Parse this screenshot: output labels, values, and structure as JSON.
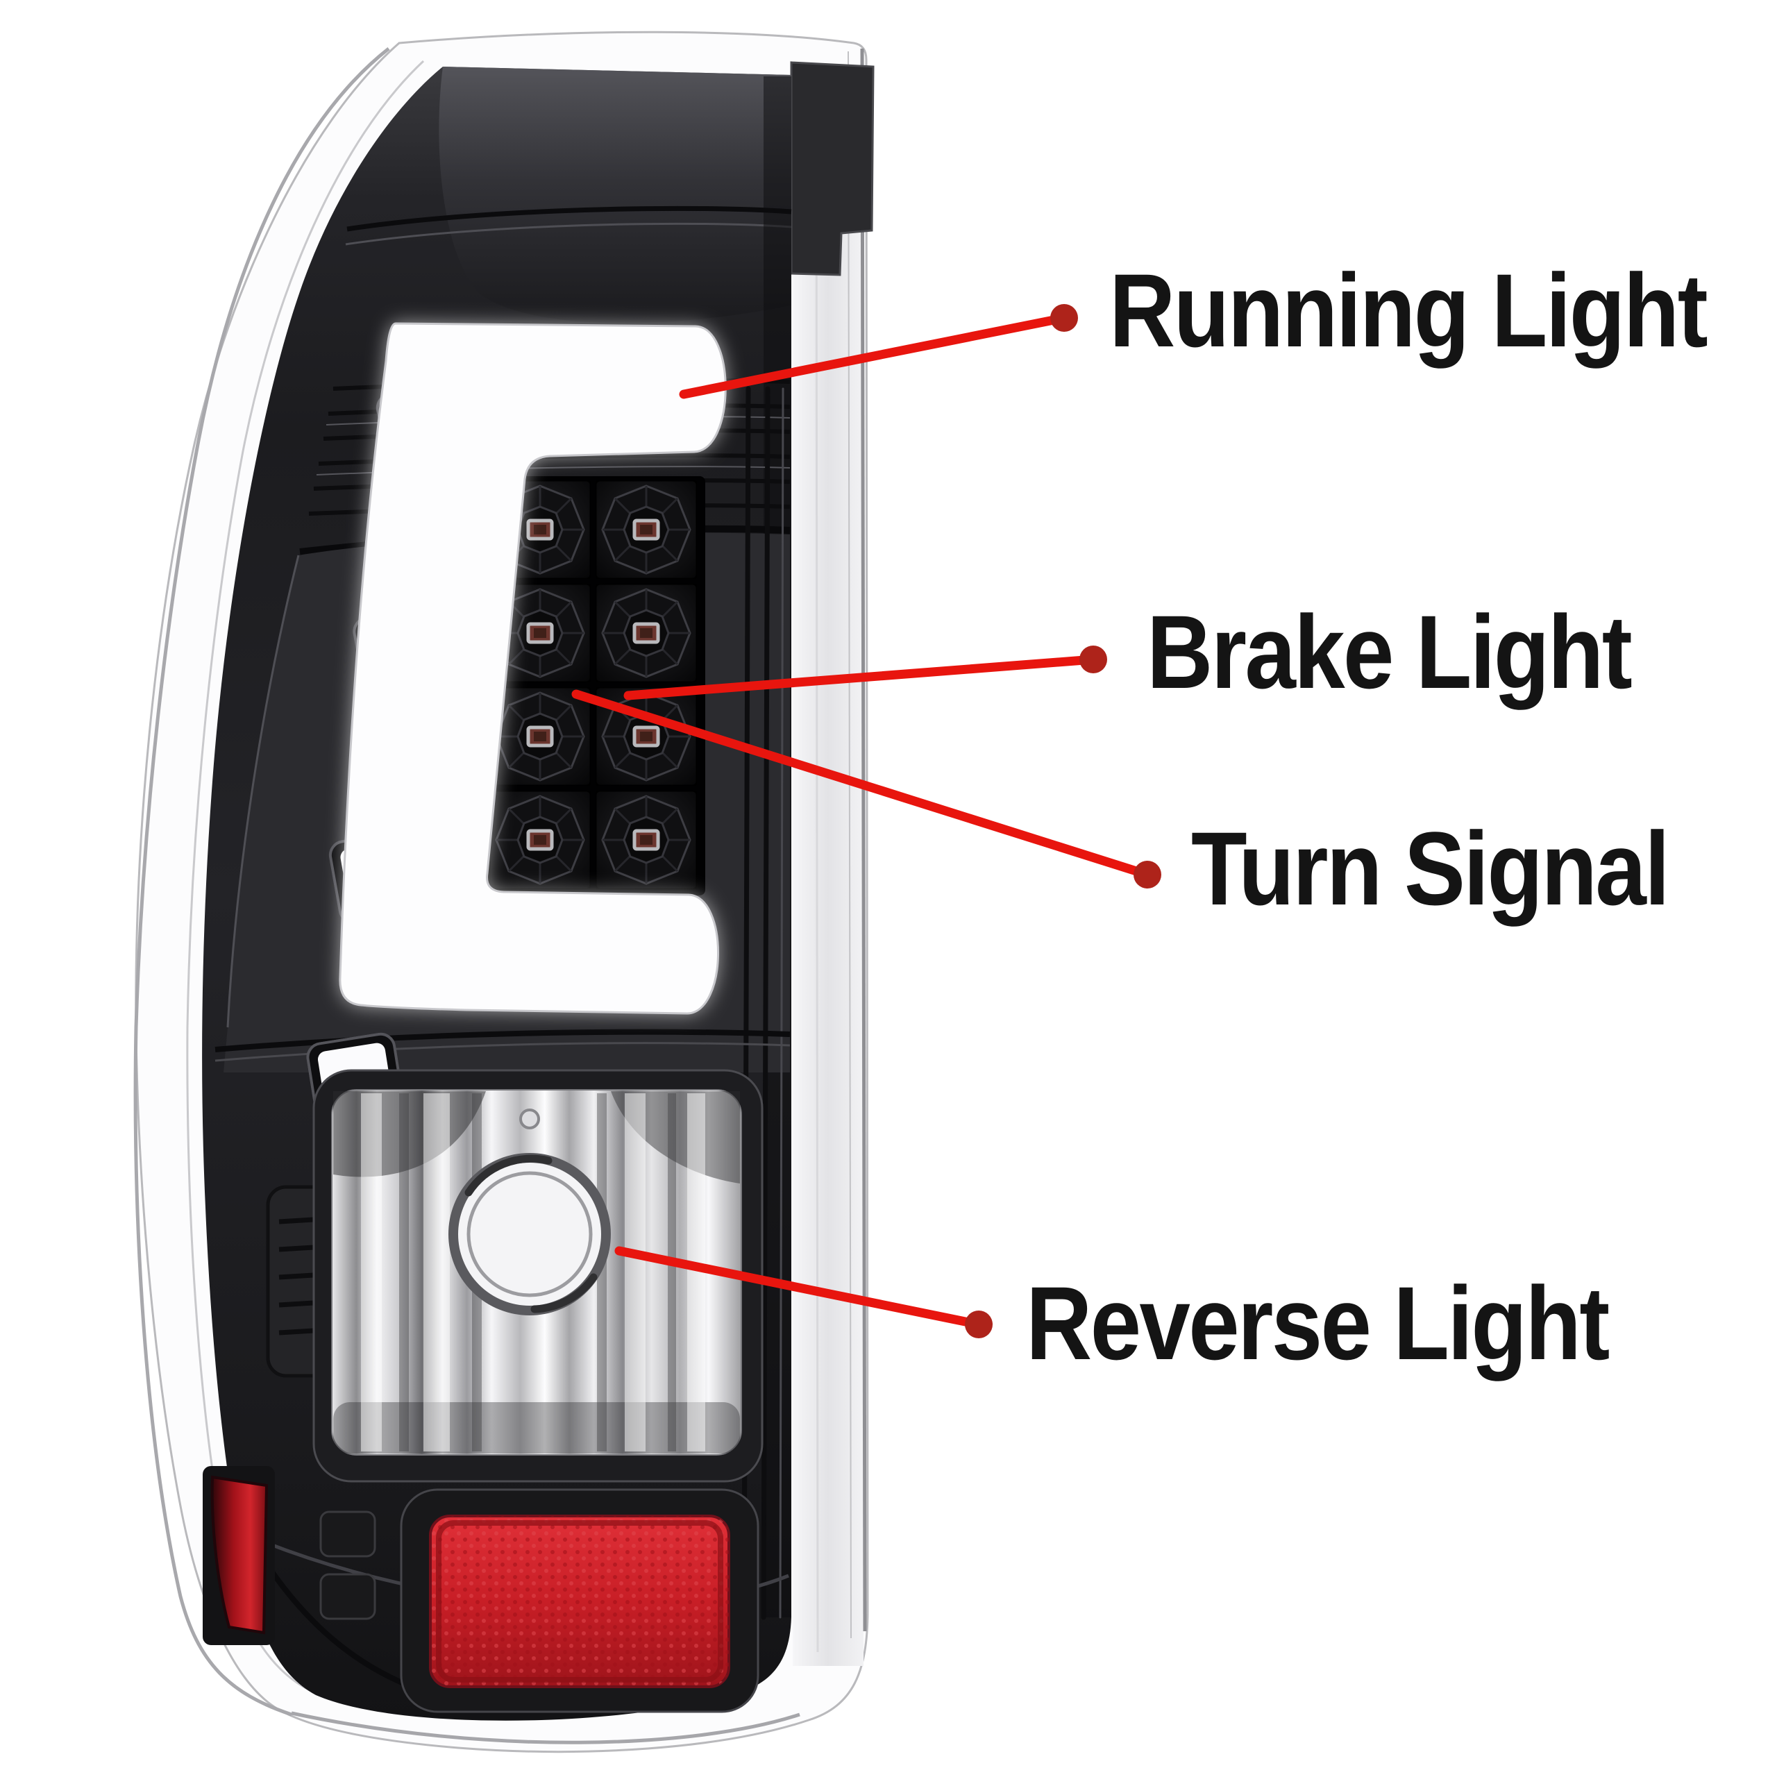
{
  "diagram": {
    "subject": "LED tail light assembly parts callout",
    "background": "#ffffff"
  },
  "callouts": [
    {
      "id": "running-light",
      "label": "Running Light"
    },
    {
      "id": "brake-light",
      "label": "Brake Light"
    },
    {
      "id": "turn-signal",
      "label": "Turn Signal"
    },
    {
      "id": "reverse-light",
      "label": "Reverse Light"
    }
  ],
  "parts": [
    "white-led-running-light-bar",
    "led-brake-light-grid",
    "led-turn-signal-grid",
    "chrome-reverse-light-lens",
    "red-rear-reflector",
    "side-red-reflector",
    "black-housing",
    "clear-outer-lens"
  ],
  "colors": {
    "leader_line": "#e8150e",
    "callout_dot": "#ae231a",
    "label_text": "#141414",
    "running_bar_white": "#fdfdfe",
    "housing_black": "#1c1c1f",
    "reflector_red": "#cf1f28",
    "reverse_chrome": "#d9d9dc"
  }
}
